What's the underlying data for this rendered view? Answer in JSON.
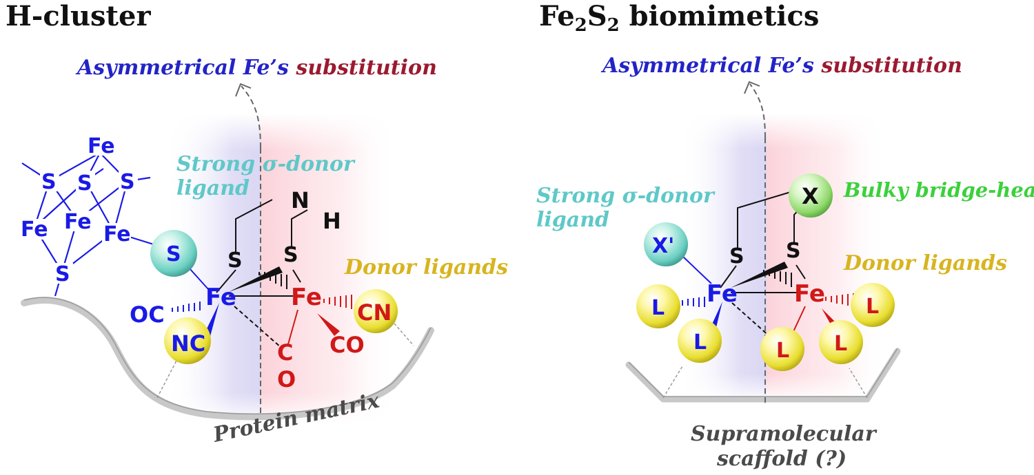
{
  "left": {
    "title": "H-cluster",
    "asym_label": {
      "part1": "Asymmetrical Fe’s ",
      "part2": "substitution"
    },
    "sigma_label": {
      "line1": "Strong σ-donor",
      "line2": "ligand"
    },
    "donor_label": "Donor ligands",
    "matrix_label": "Protein matrix",
    "cluster_atoms": {
      "fe": "Fe",
      "s": "S"
    },
    "atoms": {
      "fe_left": "Fe",
      "fe_right": "Fe",
      "s_left": "S",
      "s_right": "S",
      "s_cys": "S",
      "n": "N",
      "h": "H",
      "oc": "OC",
      "nc": "NC",
      "cn": "CN",
      "co": "CO",
      "c": "C",
      "o": "O"
    }
  },
  "right": {
    "title_prefix": "Fe",
    "title_sub1": "2",
    "title_mid": "S",
    "title_sub2": "2",
    "title_suffix": " biomimetics",
    "asym_label": {
      "part1": "Asymmetrical Fe’s ",
      "part2": "substitution"
    },
    "sigma_label": {
      "line1": "Strong σ-donor",
      "line2": "ligand"
    },
    "bulky_label": "Bulky bridge-head",
    "donor_label": "Donor ligands",
    "scaffold_label": {
      "line1": "Supramolecular",
      "line2": "scaffold (?)"
    },
    "atoms": {
      "fe_left": "Fe",
      "fe_right": "Fe",
      "s_left": "S",
      "s_right": "S",
      "x": "X",
      "xp": "X'",
      "l": "L"
    }
  },
  "colors": {
    "blue": "#1a1ae6",
    "red": "#d01818",
    "black": "#111111",
    "cyan": "#55cccc",
    "gold": "#d8b420",
    "green": "#3cd03c",
    "grey": "#666666",
    "purple": "#6a2a8a"
  }
}
